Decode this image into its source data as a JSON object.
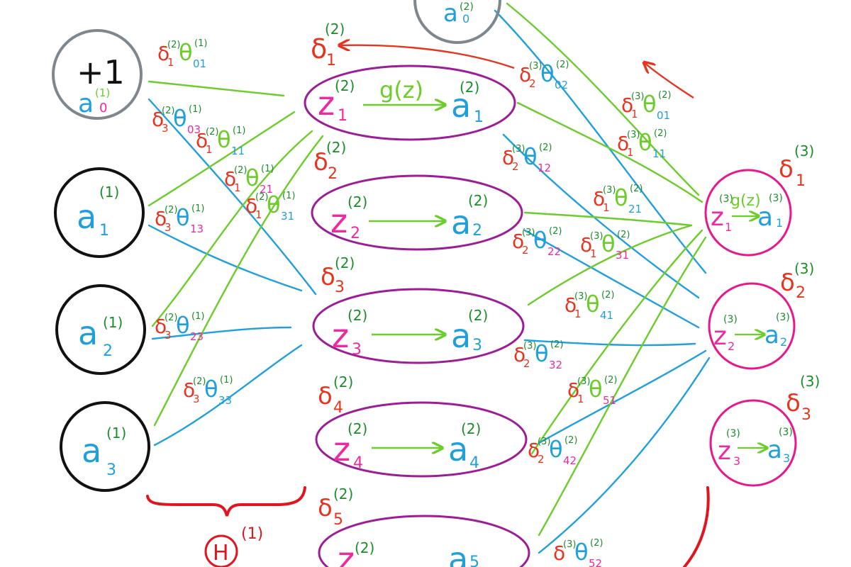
{
  "colors": {
    "blue": "#1fa0dc",
    "green": "#6ccc2a",
    "pink": "#ee2aa0",
    "red": "#e6341e",
    "magenta": "#e6188c",
    "purple": "#9c1d96",
    "grey": "#7e8790",
    "black": "#111111",
    "dgreen": "#1b8c2a",
    "crimson": "#e0151f"
  },
  "input_nodes": [
    {
      "top": "+1",
      "main": "a",
      "sup": "(1)",
      "sub": "0"
    },
    {
      "main": "a",
      "sup": "(1)",
      "sub": "1"
    },
    {
      "main": "a",
      "sup": "(1)",
      "sub": "2"
    },
    {
      "main": "a",
      "sup": "(1)",
      "sub": "3"
    }
  ],
  "bias_node_top": {
    "main": "a",
    "sup": "(2)",
    "sub": "0"
  },
  "hidden_nodes": [
    {
      "z": "z",
      "z_sup": "(2)",
      "z_sub": "1",
      "func": "g(z)",
      "a": "a",
      "a_sup": "(2)",
      "a_sub": "1",
      "delta": "δ",
      "delta_sup": "(2)",
      "delta_sub": "1"
    },
    {
      "z": "z",
      "z_sup": "(2)",
      "z_sub": "2",
      "a": "a",
      "a_sup": "(2)",
      "a_sub": "2",
      "delta": "δ",
      "delta_sup": "(2)",
      "delta_sub": "2"
    },
    {
      "z": "z",
      "z_sup": "(2)",
      "z_sub": "3",
      "a": "a",
      "a_sup": "(2)",
      "a_sub": "3",
      "delta": "δ",
      "delta_sup": "(2)",
      "delta_sub": "3"
    },
    {
      "z": "z",
      "z_sup": "(2)",
      "z_sub": "4",
      "a": "a",
      "a_sup": "(2)",
      "a_sub": "4",
      "delta": "δ",
      "delta_sup": "(2)",
      "delta_sub": "4"
    },
    {
      "z": "z",
      "z_sup": "(2)",
      "z_sub": "",
      "a": "a",
      "a_sup": "",
      "a_sub": "5",
      "delta": "δ",
      "delta_sup": "(2)",
      "delta_sub": "5"
    }
  ],
  "output_nodes": [
    {
      "z": "z",
      "z_sup": "(3)",
      "z_sub": "1",
      "func": "g(z)",
      "a": "a",
      "a_sup": "(3)",
      "a_sub": "1",
      "delta": "δ",
      "delta_sup": "(3)",
      "delta_sub": "1"
    },
    {
      "z": "z",
      "z_sup": "(3)",
      "z_sub": "2",
      "a": "a",
      "a_sup": "(3)",
      "a_sub": "2",
      "delta": "δ",
      "delta_sup": "(3)",
      "delta_sub": "2"
    },
    {
      "z": "z",
      "z_sup": "(3)",
      "z_sub": "3",
      "a": "a",
      "a_sup": "(3)",
      "a_sub": "3",
      "delta": "δ",
      "delta_sup": "(3)",
      "delta_sub": "3"
    }
  ],
  "weight_labels_layer1": [
    {
      "delta_sup": "(2)",
      "delta_sub": "1",
      "theta_sup": "(1)",
      "theta_sub": "01"
    },
    {
      "delta_sup": "(2)",
      "delta_sub": "3",
      "theta_sup": "(1)",
      "theta_sub": "03"
    },
    {
      "delta_sup": "(2)",
      "delta_sub": "1",
      "theta_sup": "(1)",
      "theta_sub": "11"
    },
    {
      "delta_sup": "(2)",
      "delta_sub": "1",
      "theta_sup": "(1)",
      "theta_sub": "21"
    },
    {
      "delta_sup": "(2)",
      "delta_sub": "1",
      "theta_sup": "(1)",
      "theta_sub": "31"
    },
    {
      "delta_sup": "(2)",
      "delta_sub": "3",
      "theta_sup": "(1)",
      "theta_sub": "13"
    },
    {
      "delta_sup": "(2)",
      "delta_sub": "3",
      "theta_sup": "(1)",
      "theta_sub": "23"
    },
    {
      "delta_sup": "(2)",
      "delta_sub": "3",
      "theta_sup": "(1)",
      "theta_sub": "33"
    }
  ],
  "weight_labels_layer2": [
    {
      "delta_sup": "(3)",
      "delta_sub": "2",
      "theta_sup": "(2)",
      "theta_sub": "02"
    },
    {
      "delta_sup": "(3)",
      "delta_sub": "1",
      "theta_sup": "(2)",
      "theta_sub": "01"
    },
    {
      "delta_sup": "(3)",
      "delta_sub": "1",
      "theta_sup": "(2)",
      "theta_sub": "11"
    },
    {
      "delta_sup": "(3)",
      "delta_sub": "2",
      "theta_sup": "(2)",
      "theta_sub": "12"
    },
    {
      "delta_sup": "(3)",
      "delta_sub": "1",
      "theta_sup": "(2)",
      "theta_sub": "21"
    },
    {
      "delta_sup": "(3)",
      "delta_sub": "2",
      "theta_sup": "(2)",
      "theta_sub": "22"
    },
    {
      "delta_sup": "(3)",
      "delta_sub": "1",
      "theta_sup": "(2)",
      "theta_sub": "31"
    },
    {
      "delta_sup": "(3)",
      "delta_sub": "1",
      "theta_sup": "(2)",
      "theta_sub": "41"
    },
    {
      "delta_sup": "(3)",
      "delta_sub": "2",
      "theta_sup": "(2)",
      "theta_sub": "32"
    },
    {
      "delta_sup": "(3)",
      "delta_sub": "1",
      "theta_sup": "(2)",
      "theta_sub": "51"
    },
    {
      "delta_sup": "(3)",
      "delta_sub": "2",
      "theta_sup": "(2)",
      "theta_sub": "42"
    },
    {
      "delta_sup": "(3)",
      "delta_sub": "",
      "theta_sup": "(2)",
      "theta_sub": "52"
    }
  ],
  "brace_label": {
    "main": "H",
    "sup": "(1)"
  }
}
